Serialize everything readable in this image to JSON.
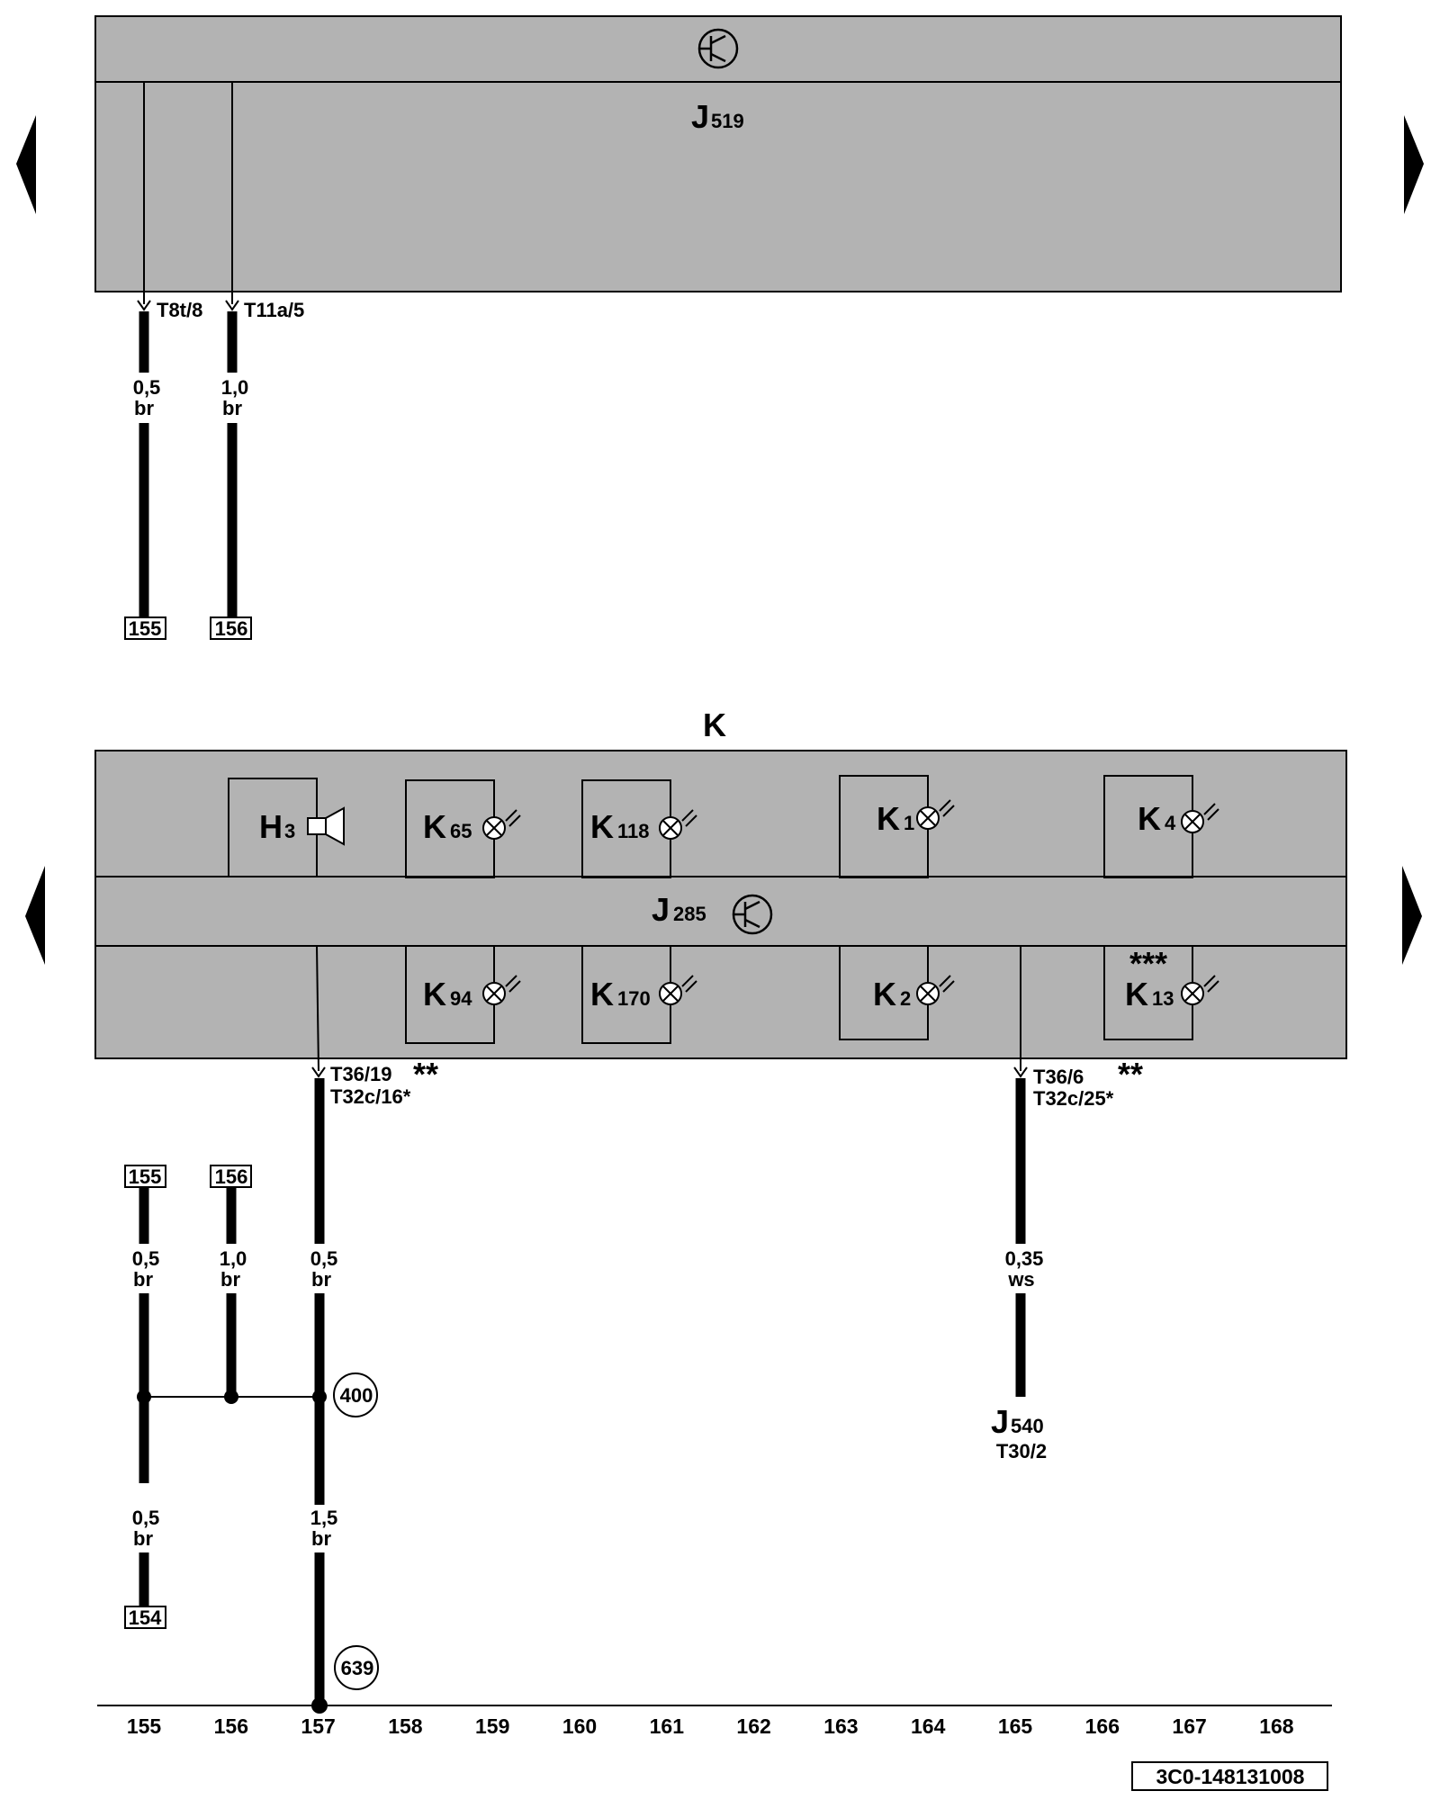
{
  "top_unit": {
    "id": "J",
    "sub": "519"
  },
  "bottom_unit": {
    "id": "K"
  },
  "control_unit": {
    "id": "J",
    "sub": "285"
  },
  "components_top_row": [
    {
      "id": "H",
      "sub": "3"
    },
    {
      "id": "K",
      "sub": "65"
    },
    {
      "id": "K",
      "sub": "118"
    },
    {
      "id": "K",
      "sub": "1"
    },
    {
      "id": "K",
      "sub": "4"
    }
  ],
  "components_bottom_row": [
    {
      "id": "K",
      "sub": "94"
    },
    {
      "id": "K",
      "sub": "170"
    },
    {
      "id": "K",
      "sub": "2"
    },
    {
      "id": "K",
      "sub": "13",
      "note": "***"
    }
  ],
  "top_terminals": [
    {
      "label": "T8t/8",
      "gauge": "0,5",
      "color": "br",
      "ref": "155"
    },
    {
      "label": "T11a/5",
      "gauge": "1,0",
      "color": "br",
      "ref": "156"
    }
  ],
  "bottom_terminals": [
    {
      "label1": "T36/19",
      "mark1": "**",
      "label2": "T32c/16*"
    },
    {
      "label1": "T36/6",
      "mark1": "**",
      "label2": "T32c/25*"
    }
  ],
  "lower_wires": [
    {
      "ref_top": "155",
      "gauge": "0,5",
      "color": "br"
    },
    {
      "ref_top": "156",
      "gauge": "1,0",
      "color": "br"
    },
    {
      "gauge": "0,5",
      "color": "br"
    },
    {
      "gauge": "0,35",
      "color": "ws"
    }
  ],
  "lower_wires2": [
    {
      "gauge": "0,5",
      "color": "br",
      "ref": "154"
    },
    {
      "gauge": "1,5",
      "color": "br"
    }
  ],
  "junctions": {
    "j1": "400",
    "j2": "639"
  },
  "target": {
    "id": "J",
    "sub": "540",
    "terminal": "T30/2"
  },
  "columns": [
    "155",
    "156",
    "157",
    "158",
    "159",
    "160",
    "161",
    "162",
    "163",
    "164",
    "165",
    "166",
    "167",
    "168"
  ],
  "doc_id": "3C0-148131008",
  "colors": {
    "panel": "#b3b3b3",
    "line": "#000000"
  }
}
